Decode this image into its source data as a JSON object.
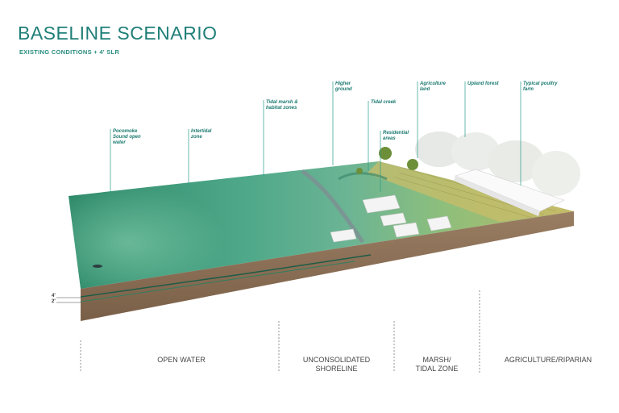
{
  "header": {
    "title": "BASELINE SCENARIO",
    "subtitle": "EXISTING CONDITIONS + 4' SLR"
  },
  "callouts": [
    {
      "id": "pocomoke",
      "text": "Pocomoke Sound open water"
    },
    {
      "id": "intertidal",
      "text": "Intertidal zone"
    },
    {
      "id": "tidal-marsh",
      "text": "Tidal marsh & habitat zones"
    },
    {
      "id": "higher-ground",
      "text": "Higher ground"
    },
    {
      "id": "tidal-creek",
      "text": "Tidal creek"
    },
    {
      "id": "residential",
      "text": "Residential areas"
    },
    {
      "id": "agriculture",
      "text": "Agriculture land"
    },
    {
      "id": "upland-forest",
      "text": "Upland forest"
    },
    {
      "id": "poultry",
      "text": "Typical poultry farm"
    }
  ],
  "zones": [
    {
      "id": "open-water",
      "line1": "OPEN WATER",
      "line2": ""
    },
    {
      "id": "shoreline",
      "line1": "UNCONSOLIDATED",
      "line2": "SHORELINE"
    },
    {
      "id": "marsh",
      "line1": "MARSH/",
      "line2": "TIDAL ZONE"
    },
    {
      "id": "agriculture-riparian",
      "line1": "AGRICULTURE/RIPARIAN",
      "line2": ""
    }
  ],
  "depth_marks": {
    "upper": "4'",
    "lower": "2'"
  },
  "colors": {
    "accent": "#1f7f78",
    "water_dark": "#1f7a5e",
    "water_light": "#5fae8c",
    "soil": "#8b6f57",
    "field": "#b8b25a"
  }
}
